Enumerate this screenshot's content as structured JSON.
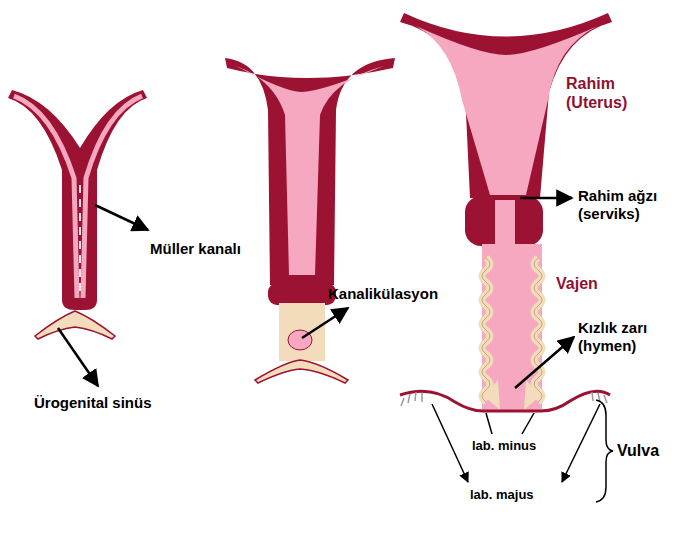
{
  "diagram": {
    "labels": [
      "Müller kanalı",
      "Ürogenital sinüs",
      "Kanalikülasyon",
      "Rahim (Uterus)",
      "Rahim ağzı (serviks)",
      "Vajen",
      "Kızlık zarı (hymen)",
      "lab. minus",
      "lab. majus",
      "Vulva"
    ]
  }
}
